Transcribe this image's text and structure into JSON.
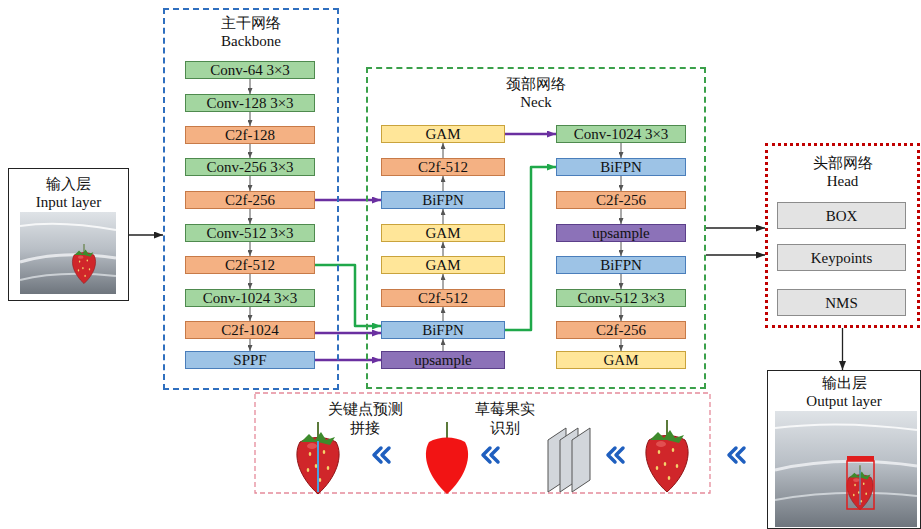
{
  "diagram": {
    "nodes": [
      {
        "text": [
          "输入层",
          "Input layer"
        ]
      },
      {
        "text": [
          "主干网络",
          "Backbone"
        ]
      },
      {
        "text": [
          "Conv-64 3×3"
        ],
        "in": 1
      },
      {
        "text": [
          "Conv-128 3×3"
        ],
        "in": 1
      },
      {
        "text": [
          "C2f-128"
        ],
        "in": 1
      },
      {
        "text": [
          "Conv-256 3×3"
        ],
        "in": 1
      },
      {
        "text": [
          "C2f-256"
        ],
        "in": 1
      },
      {
        "text": [
          "Conv-512 3×3"
        ],
        "in": 1
      },
      {
        "text": [
          "C2f-512"
        ],
        "in": 1
      },
      {
        "text": [
          "Conv-1024 3×3"
        ],
        "in": 1
      },
      {
        "text": [
          "C2f-1024"
        ],
        "in": 1
      },
      {
        "text": [
          "SPPF"
        ],
        "in": 1
      },
      {
        "text": [
          "颈部网络",
          "Neck"
        ]
      },
      {
        "text": [
          "GAM"
        ],
        "in": 12
      },
      {
        "text": [
          "C2f-512"
        ],
        "in": 12
      },
      {
        "text": [
          "BiFPN"
        ],
        "in": 12
      },
      {
        "text": [
          "GAM"
        ],
        "in": 12
      },
      {
        "text": [
          "GAM"
        ],
        "in": 12
      },
      {
        "text": [
          "C2f-512"
        ],
        "in": 12
      },
      {
        "text": [
          "BiFPN"
        ],
        "in": 12
      },
      {
        "text": [
          "upsample"
        ],
        "in": 12
      },
      {
        "text": [
          "Conv-1024 3×3"
        ],
        "in": 12
      },
      {
        "text": [
          "BiFPN"
        ],
        "in": 12
      },
      {
        "text": [
          "C2f-256"
        ],
        "in": 12
      },
      {
        "text": [
          "upsample"
        ],
        "in": 12
      },
      {
        "text": [
          "BiFPN"
        ],
        "in": 12
      },
      {
        "text": [
          "Conv-512 3×3"
        ],
        "in": 12
      },
      {
        "text": [
          "C2f-256"
        ],
        "in": 12
      },
      {
        "text": [
          "GAM"
        ],
        "in": 12
      },
      {
        "text": [
          "头部网络",
          "Head"
        ]
      },
      {
        "text": [
          "BOX"
        ],
        "in": 29
      },
      {
        "text": [
          "Keypoints"
        ],
        "in": 29
      },
      {
        "text": [
          "NMS"
        ],
        "in": 29
      },
      {
        "text": [
          "输出层",
          "Output layer"
        ]
      }
    ],
    "edges": [
      {
        "from": 0,
        "to": 1,
        "arrow": "to"
      },
      {
        "from": 2,
        "to": 3,
        "arrow": "to"
      },
      {
        "from": 3,
        "to": 4,
        "arrow": "to"
      },
      {
        "from": 4,
        "to": 5,
        "arrow": "to"
      },
      {
        "from": 5,
        "to": 6,
        "arrow": "to"
      },
      {
        "from": 6,
        "to": 7,
        "arrow": "to"
      },
      {
        "from": 7,
        "to": 8,
        "arrow": "to"
      },
      {
        "from": 8,
        "to": 9,
        "arrow": "to"
      },
      {
        "from": 9,
        "to": 10,
        "arrow": "to"
      },
      {
        "from": 10,
        "to": 11,
        "arrow": "to"
      },
      {
        "from": 20,
        "to": 19,
        "arrow": "to"
      },
      {
        "from": 19,
        "to": 18,
        "arrow": "to"
      },
      {
        "from": 18,
        "to": 17,
        "arrow": "to"
      },
      {
        "from": 17,
        "to": 16,
        "arrow": "to"
      },
      {
        "from": 16,
        "to": 15,
        "arrow": "to"
      },
      {
        "from": 15,
        "to": 14,
        "arrow": "to"
      },
      {
        "from": 14,
        "to": 13,
        "arrow": "to"
      },
      {
        "from": 21,
        "to": 22,
        "arrow": "to"
      },
      {
        "from": 22,
        "to": 23,
        "arrow": "to"
      },
      {
        "from": 23,
        "to": 24,
        "arrow": "to"
      },
      {
        "from": 24,
        "to": 25,
        "arrow": "to"
      },
      {
        "from": 25,
        "to": 26,
        "arrow": "to"
      },
      {
        "from": 26,
        "to": 27,
        "arrow": "to"
      },
      {
        "from": 27,
        "to": 28,
        "arrow": "to"
      },
      {
        "from": 6,
        "to": 15,
        "arrow": "to"
      },
      {
        "from": 10,
        "to": 19,
        "arrow": "to"
      },
      {
        "from": 11,
        "to": 20,
        "arrow": "to"
      },
      {
        "from": 13,
        "to": 21,
        "arrow": "to"
      },
      {
        "from": 8,
        "to": 19,
        "arrow": "to"
      },
      {
        "from": 19,
        "to": 22,
        "arrow": "to"
      },
      {
        "from": 12,
        "to": 29,
        "arrow": "to"
      },
      {
        "from": 12,
        "to": 29,
        "arrow": "to"
      },
      {
        "from": 29,
        "to": 33,
        "arrow": "to"
      }
    ],
    "labels": [
      "关键点预测 拼接",
      "草莓果实 识别"
    ]
  }
}
